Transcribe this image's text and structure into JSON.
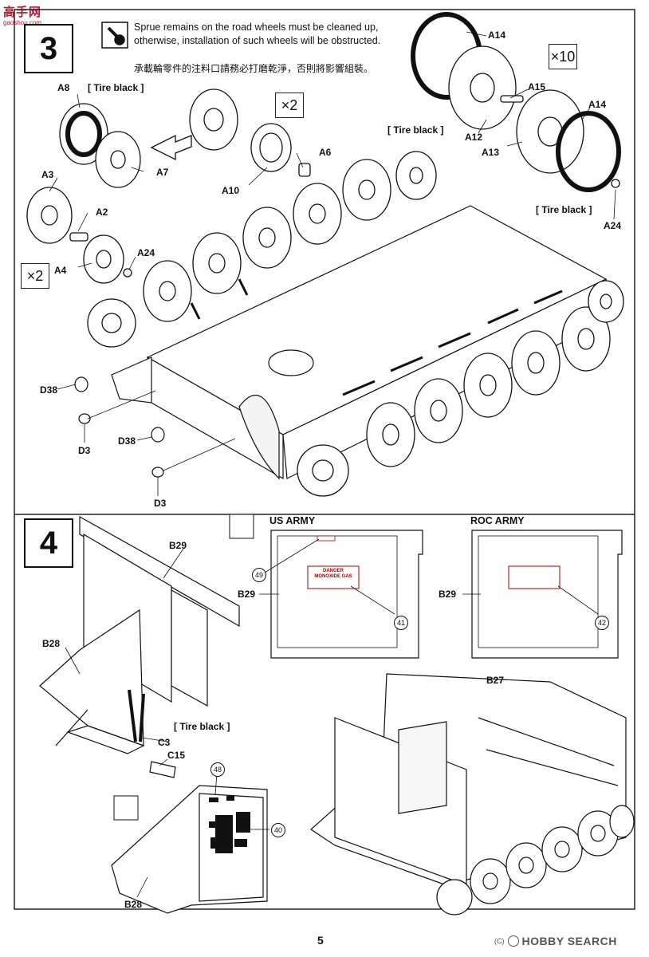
{
  "header": {
    "logo_text": "高手网",
    "logo_url_text": "gaoshou.com"
  },
  "step3": {
    "number": "3",
    "multiplier_top": "×10",
    "multiplier_left": "×2",
    "multiplier_mid": "×2",
    "note_en": "Sprue remains on the road wheels must be cleaned up, otherwise, installation of such wheels will be obstructed.",
    "note_zh": "承載輪零件的注料口請務必打磨乾淨，否則將影響組裝。",
    "tire_black_1": "[ Tire black ]",
    "tire_black_2": "[ Tire black ]",
    "tire_black_3": "[ Tire black ]",
    "parts": {
      "A14_top": "A14",
      "A15": "A15",
      "A14_mid": "A14",
      "A12": "A12",
      "A13": "A13",
      "A24_right": "A24",
      "A8": "A8",
      "A7": "A7",
      "A6": "A6",
      "A10": "A10",
      "A3": "A3",
      "A2": "A2",
      "A4": "A4",
      "A24_left": "A24",
      "D38_a": "D38",
      "D3_a": "D3",
      "D38_b": "D38",
      "D3_b": "D3"
    }
  },
  "step4": {
    "number": "4",
    "tire_black": "[ Tire black ]",
    "parts": {
      "B29": "B29",
      "B28_top": "B28",
      "C3": "C3",
      "C15": "C15",
      "B27": "B27",
      "B28_bottom": "B28"
    },
    "us_army": {
      "title": "US ARMY",
      "part": "B29",
      "decal_a": "49",
      "decal_b": "41",
      "decal_text": "DANGER MONOXIDE GAS"
    },
    "roc_army": {
      "title": "ROC ARMY",
      "part": "B29",
      "decal": "42"
    },
    "decals_bottom": {
      "a": "48",
      "b": "40"
    }
  },
  "footer": {
    "page_number": "5",
    "brand": "HOBBY SEARCH",
    "copyright": "(C)"
  }
}
